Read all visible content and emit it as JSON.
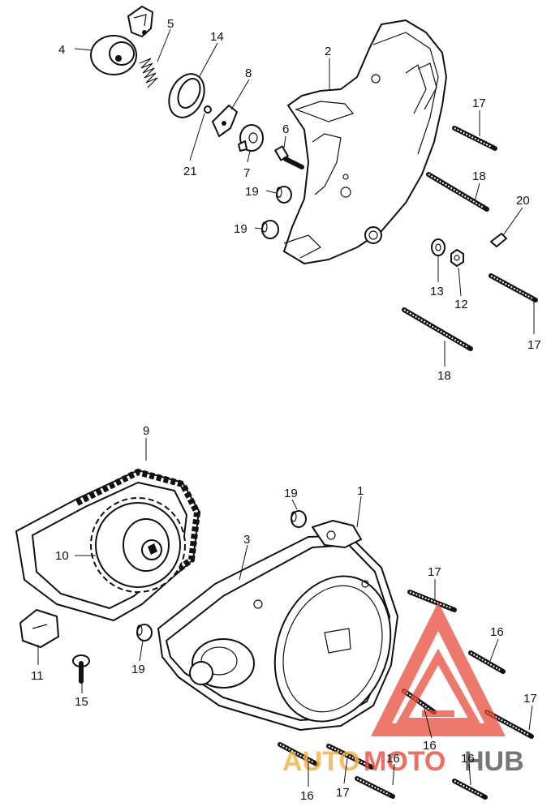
{
  "labels": {
    "p1": "1",
    "p2": "2",
    "p3": "3",
    "p4": "4",
    "p5": "5",
    "p6": "6",
    "p7": "7",
    "p8": "8",
    "p9": "9",
    "p10": "10",
    "p11": "11",
    "p12": "12",
    "p13": "13",
    "p14": "14",
    "p15": "15",
    "p16a": "16",
    "p16b": "16",
    "p16c": "16",
    "p16d": "16",
    "p16e": "16",
    "p17a": "17",
    "p17b": "17",
    "p17c": "17",
    "p17d": "17",
    "p17e": "17",
    "p18a": "18",
    "p18b": "18",
    "p19a": "19",
    "p19b": "19",
    "p19c": "19",
    "p19d": "19",
    "p20": "20",
    "p21": "21"
  },
  "watermark": {
    "part1": "AUTO",
    "part2": "MOTO",
    "part3": "HUB",
    "color_orange": "#f5b041",
    "color_red": "#e74c3c",
    "color_grey": "#555555"
  }
}
